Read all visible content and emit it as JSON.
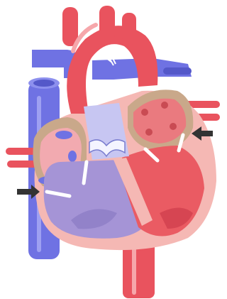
{
  "figure": {
    "subject": "heart-cross-section",
    "labels": [],
    "colors": {
      "artery_red": "#e9535e",
      "artery_red_dark": "#d64552",
      "artery_highlight": "#f6a7ab",
      "vein_blue": "#6f72e3",
      "vein_blue_dark": "#5458c9",
      "chamber_pink": "#f2aab0",
      "wall_tan": "#c9a88a",
      "outer_wall": "#f5b8b4",
      "left_ventricle": "#ea5b63",
      "right_ventricle": "#a594d6",
      "valve_white": "#f4f4ff",
      "arrow_dark": "#333333"
    },
    "arrows": [
      {
        "name": "left-arrow",
        "icon": "arrow-right-icon"
      },
      {
        "name": "right-arrow",
        "icon": "arrow-left-icon"
      }
    ]
  }
}
